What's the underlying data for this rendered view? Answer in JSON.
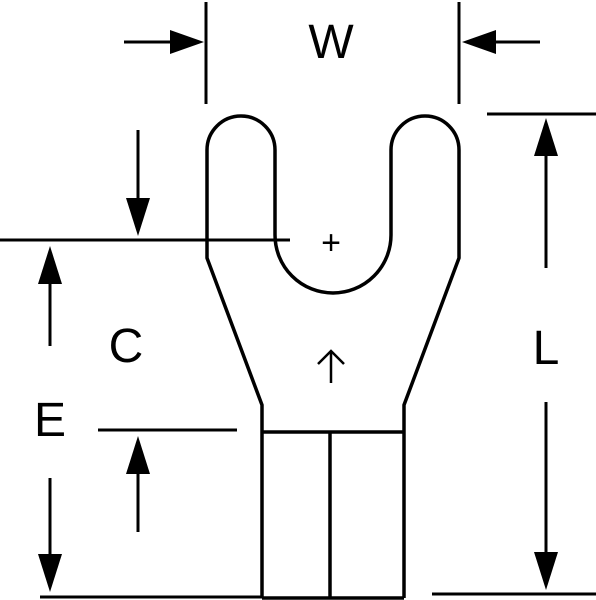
{
  "diagram": {
    "labels": {
      "width": "W",
      "length": "L",
      "c_dimension": "C",
      "e_dimension": "E"
    },
    "center_mark": "+",
    "colors": {
      "stroke": "#000000",
      "background": "#ffffff"
    }
  }
}
